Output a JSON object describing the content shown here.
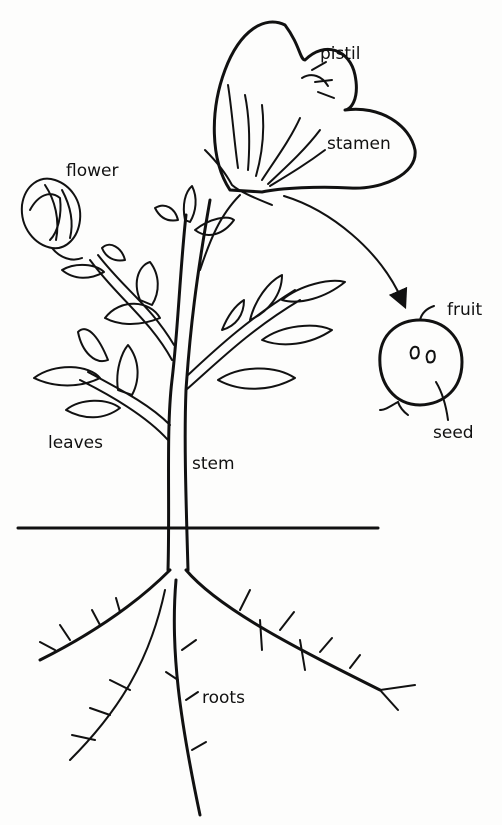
{
  "labels": {
    "pistil": "pistil",
    "stamen": "stamen",
    "flower": "flower",
    "fruit": "fruit",
    "seed": "seed",
    "leaves": "leaves",
    "stem": "stem",
    "roots": "roots"
  },
  "colors": {
    "ink": "#111111",
    "paper": "#fdfdfc"
  }
}
